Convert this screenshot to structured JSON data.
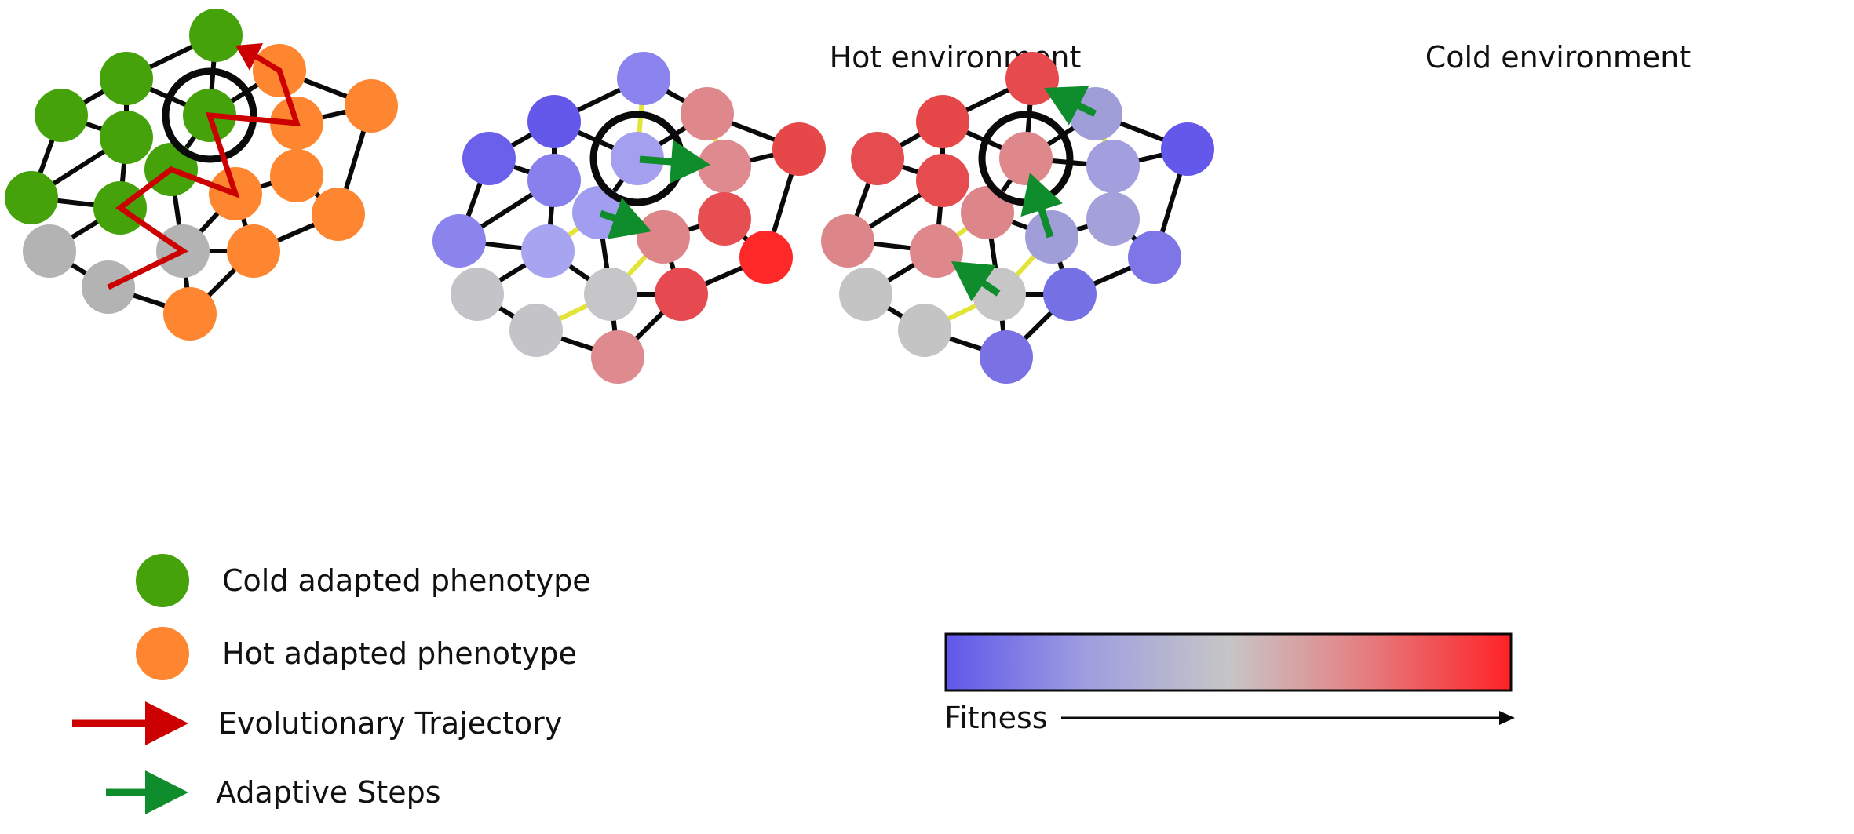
{
  "titles": {
    "hot": "Hot environment",
    "cold": "Cold environment"
  },
  "legend": {
    "cold_label": "Cold adapted phenotype",
    "hot_label": "Hot adapted phenotype",
    "trajectory_label": "Evolutionary Trajectory",
    "steps_label": "Adaptive Steps"
  },
  "fitness": {
    "label": "Fitness",
    "colorbar": [
      "#5f57ec",
      "#9f9ee0",
      "#c6c6c6",
      "#e08c8e",
      "#ff2226"
    ]
  },
  "colors": {
    "cold_phenotype": "#45a20b",
    "hot_phenotype": "#fe8630",
    "neutral": "#b3b3b3",
    "trajectory": "#cc0000",
    "adaptive_step": "#0f8c2b",
    "neutral_edge": "#e2e437",
    "edge": "#0a0a0a"
  }
}
